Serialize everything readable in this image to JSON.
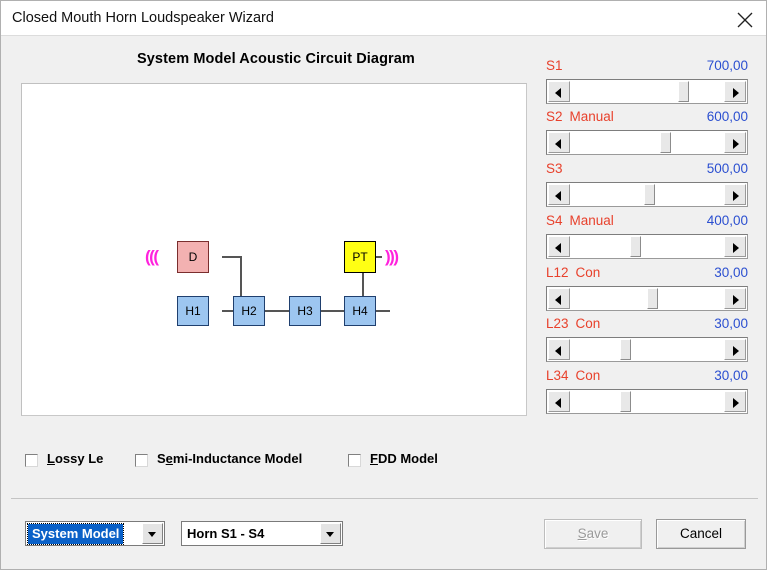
{
  "window": {
    "title": "Closed Mouth Horn Loudspeaker Wizard",
    "close_icon": "close-icon"
  },
  "diagram": {
    "heading": "System Model Acoustic Circuit Diagram",
    "input_symbol": "(((",
    "output_symbol": ")))",
    "nodes": [
      {
        "id": "D",
        "label": "D",
        "color": "#f3b1b1"
      },
      {
        "id": "PT",
        "label": "PT",
        "color": "#ffff14"
      },
      {
        "id": "H1",
        "label": "H1",
        "color": "#9dc6f0"
      },
      {
        "id": "H2",
        "label": "H2",
        "color": "#9dc6f0"
      },
      {
        "id": "H3",
        "label": "H3",
        "color": "#9dc6f0"
      },
      {
        "id": "H4",
        "label": "H4",
        "color": "#9dc6f0"
      }
    ]
  },
  "sliders": [
    {
      "name": "S1",
      "qualifier": "",
      "value": "700,00",
      "thumb_pct": 65
    },
    {
      "name": "S2",
      "qualifier": "Manual",
      "value": "600,00",
      "thumb_pct": 56
    },
    {
      "name": "S3",
      "qualifier": "",
      "value": "500,00",
      "thumb_pct": 48
    },
    {
      "name": "S4",
      "qualifier": "Manual",
      "value": "400,00",
      "thumb_pct": 41
    },
    {
      "name": "L12",
      "qualifier": "Con",
      "value": "30,00",
      "thumb_pct": 50
    },
    {
      "name": "L23",
      "qualifier": "Con",
      "value": "30,00",
      "thumb_pct": 36
    },
    {
      "name": "L34",
      "qualifier": "Con",
      "value": "30,00",
      "thumb_pct": 36
    }
  ],
  "checkboxes": [
    {
      "label_pre": "",
      "accel": "L",
      "label_post": "ossy Le",
      "checked": false
    },
    {
      "label_pre": "S",
      "accel": "e",
      "label_post": "mi-Inductance Model",
      "checked": false
    },
    {
      "label_pre": "",
      "accel": "F",
      "label_post": "DD Model",
      "checked": false
    }
  ],
  "bottom": {
    "model_combo": {
      "value": "System Model",
      "selected": true
    },
    "horn_combo": {
      "value": "Horn S1 - S4",
      "selected": false
    },
    "save_button": {
      "pre": "S",
      "accel_rest": "ave",
      "disabled": true
    },
    "cancel_button": {
      "label": "Cancel",
      "disabled": false
    }
  },
  "colors": {
    "label_red": "#e8412c",
    "value_blue": "#2b4fd0",
    "radiation_magenta": "#ff22dd",
    "selection_blue": "#0a61c8",
    "face": "#f0f0f0"
  }
}
